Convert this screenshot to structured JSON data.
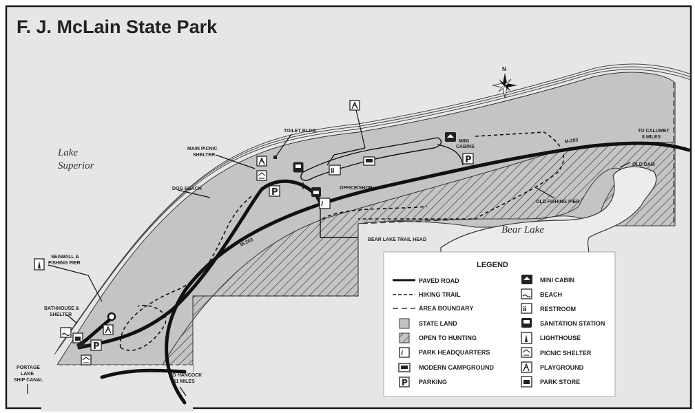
{
  "title": "F. J. McLain State Park",
  "water": {
    "lake_superior": [
      "Lake",
      "Superior"
    ],
    "bear_lake": "Bear Lake"
  },
  "compass": "N",
  "roads": {
    "m203_a": "M-203",
    "m203_b": "M-203",
    "to_calumet": [
      "TO CALUMET",
      "8 MILES"
    ],
    "to_hancock": [
      "TO HANCOCK",
      "11 MILES"
    ]
  },
  "labels": {
    "toilet_bldg": "TOILET BLDG.",
    "main_picnic_shelter": [
      "MAIN PICNIC",
      "SHELTER"
    ],
    "dog_beach": "DOG BEACH",
    "mini_cabins": [
      "MINI",
      "CABINS"
    ],
    "office_shop": "OFFICE/SHOP",
    "bear_lake_trail_head": "BEAR LAKE TRAIL HEAD",
    "old_dam": "OLD DAM",
    "old_fishing_pier": "OLD FISHING PIER",
    "seawall": [
      "SEAWALL &",
      "FISHING PIER"
    ],
    "bathhouse": [
      "BATHHOUSE &",
      "SHELTER"
    ],
    "portage": [
      "PORTAGE",
      "LAKE",
      "SHIP CANAL"
    ]
  },
  "legend": {
    "title": "LEGEND",
    "left": [
      "PAVED ROAD",
      "HIKING TRAIL",
      "AREA BOUNDARY",
      "STATE LAND",
      "OPEN TO HUNTING",
      "PARK HEADQUARTERS",
      "MODERN CAMPGROUND",
      "PARKING"
    ],
    "right": [
      "MINI CABIN",
      "BEACH",
      "RESTROOM",
      "SANITATION STATION",
      "LIGHTHOUSE",
      "PICNIC SHELTER",
      "PLAYGROUND",
      "PARK STORE"
    ]
  },
  "icons": {
    "parking": "P",
    "mini_cabin": "mini-cabin-icon",
    "beach": "beach-icon",
    "restroom": "restroom-icon",
    "sanitation": "sanitation-station-icon",
    "lighthouse": "lighthouse-icon",
    "picnic": "picnic-shelter-icon",
    "playground": "playground-icon",
    "store": "park-store-icon",
    "headquarters": "park-headquarters-icon",
    "campground": "modern-campground-icon"
  },
  "colors": {
    "state_land": "#c4c4c4",
    "water": "#ebebeb",
    "map_bg": "#dcdcdc",
    "ink": "#1a1a1a"
  }
}
